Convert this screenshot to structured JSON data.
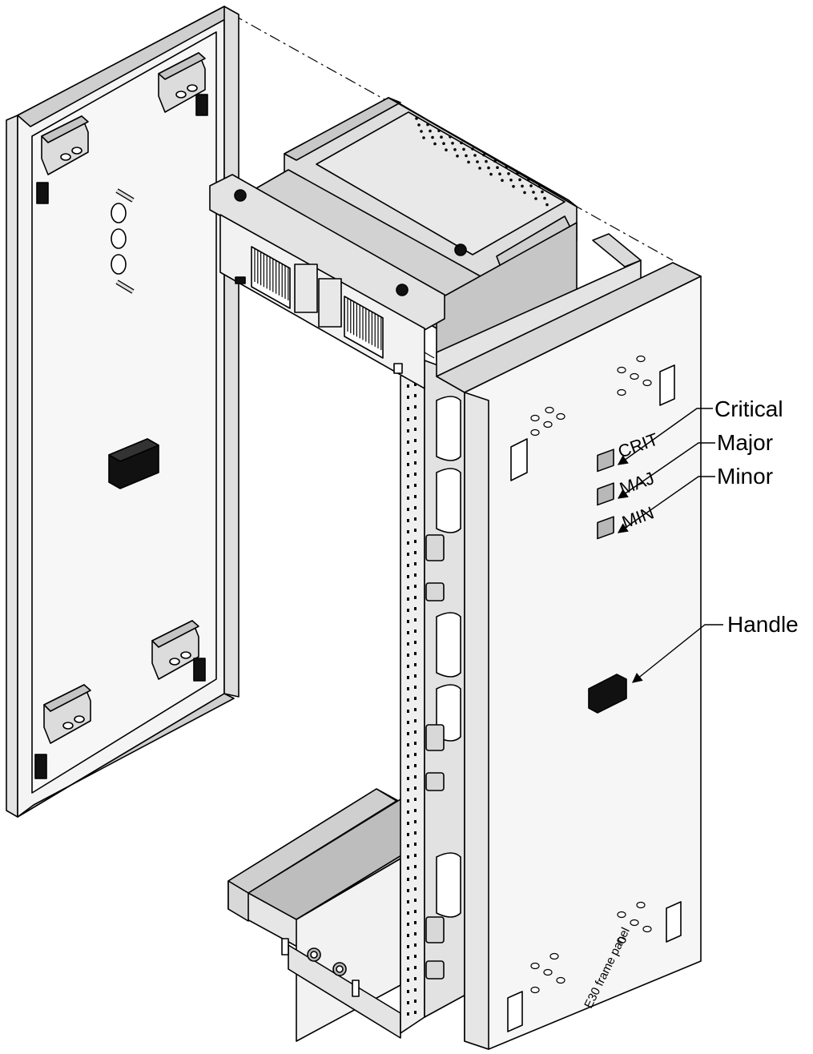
{
  "callouts": {
    "critical": "Critical",
    "major": "Major",
    "minor": "Minor",
    "handle": "Handle"
  },
  "led_labels": {
    "crit": "CRIT",
    "maj": "MAJ",
    "min": "MIN"
  },
  "frame_label": "E30 frame panel",
  "colors": {
    "line": "#000000",
    "panel_fill": "#f2f2f2",
    "panel_shade": "#d4d4d4",
    "dark_fill": "#111111",
    "led_fill": "#b8b8b8"
  }
}
